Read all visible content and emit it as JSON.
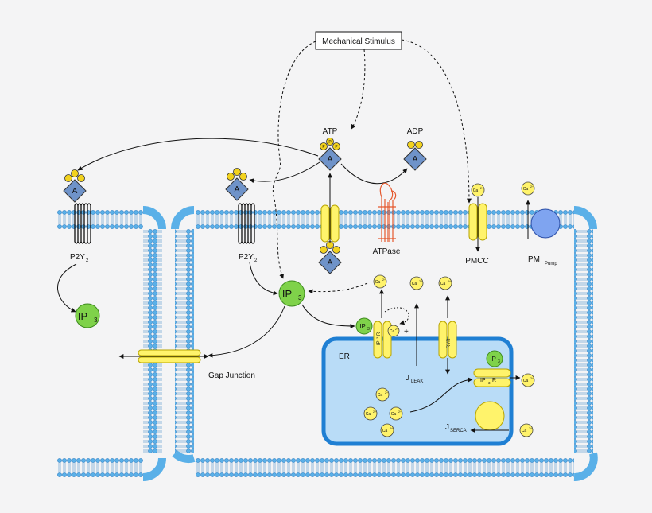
{
  "labels": {
    "mechanical_stimulus": "Mechanical Stimulus",
    "atp": "ATP",
    "adp": "ADP",
    "p2y2_left": "P2Y",
    "p2y2_left_sub": "2",
    "p2y2_right": "P2Y",
    "p2y2_right_sub": "2",
    "atpase": "ATPase",
    "pmcc": "PMCC",
    "pm_pump": "PM",
    "pm_pump_sub": "Pump",
    "gap_junction": "Gap Junction",
    "er": "ER",
    "j_leak": "J",
    "j_leak_sub": "LEAK",
    "j_serca": "J",
    "j_serca_sub": "SERCA",
    "ryr": "RYR",
    "plus": "+",
    "ip3_main": "IP",
    "ip3_main_sub": "3",
    "ip3_left": "IP",
    "ip3_left_sub": "3",
    "ip3_small_a": "IP",
    "ip3_small_a_sub": "3",
    "ip3_small_b": "IP",
    "ip3_small_b_sub": "3",
    "ip3r_a": "IP",
    "ip3r_a_sub": "3",
    "ip3r_a_r": "R",
    "ip3r_b": "IP",
    "ip3r_b_sub": "3",
    "ip3r_b_r": "R",
    "adenosine": "A",
    "phosphate": "P",
    "calcium": "Ca",
    "calcium_charge": "2+"
  },
  "colors": {
    "membrane": "#5ab0e8",
    "membrane_edge": "#2f7fc4",
    "er_fill": "#b9dcf7",
    "er_edge": "#1f7fd3",
    "channel": "#fff36b",
    "channel_edge": "#b8a400",
    "ip3_green": "#7fd24a",
    "ip3_edge": "#3d8a1e",
    "adenosine_fill": "#6f93c9",
    "phosphate_fill": "#f2d21e",
    "atpase": "#e5582d",
    "pump_fill": "#7fa4f0"
  }
}
